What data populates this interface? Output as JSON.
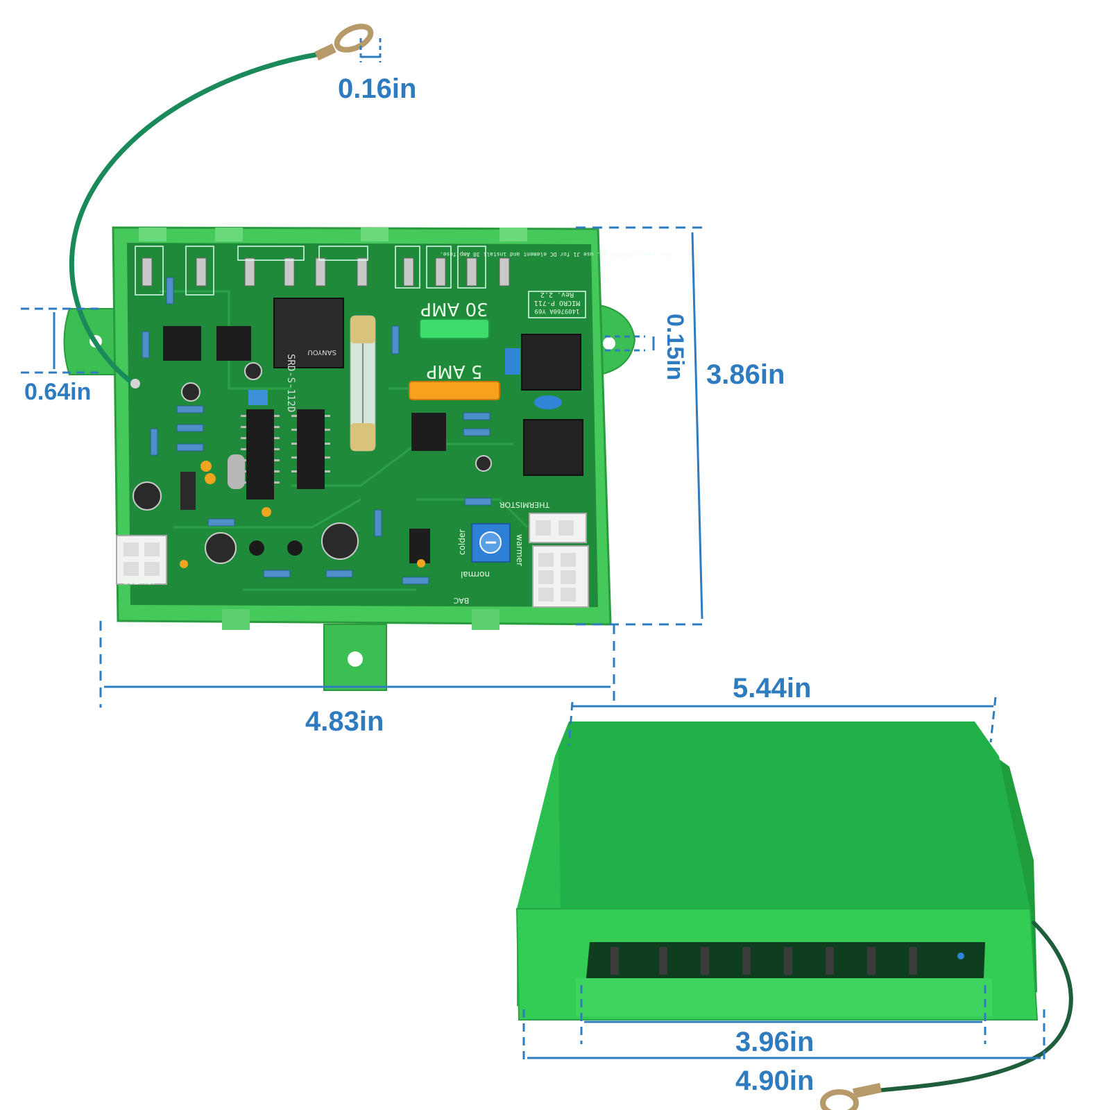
{
  "colors": {
    "accent": "#2f7bbf",
    "housing": "#2db34a",
    "pcb": "#1e8a3a",
    "wire": "#1b8a5a"
  },
  "dimensions": {
    "ring_terminal": "0.16in",
    "mount_height": "0.64in",
    "mount_hole": "0.15in",
    "board_height": "3.86in",
    "board_width": "4.83in",
    "housing_width": "5.44in",
    "opening_width": "3.96in",
    "base_width": "4.90in"
  },
  "board_text": {
    "fuse_30": "30 AMP",
    "fuse_5": "5 AMP",
    "model": "MICRO P-711",
    "rev": "Rev. 2.2",
    "part": "1409760A Y69",
    "note": "For 3-way (12V DC) op. use J1 for DC element and install 30 Amp fuse.",
    "relay": "SRD-S-112D",
    "thermistor": "THERMISTOR",
    "colder": "colder",
    "warmer": "warmer",
    "normal": "normal",
    "ignitor": "IGNITOR",
    "bac": "BAC"
  },
  "icons": [
    "ground-wire-icon",
    "ring-terminal-icon",
    "relay-icon",
    "fuse-icon",
    "potentiometer-icon",
    "connector-icon"
  ]
}
